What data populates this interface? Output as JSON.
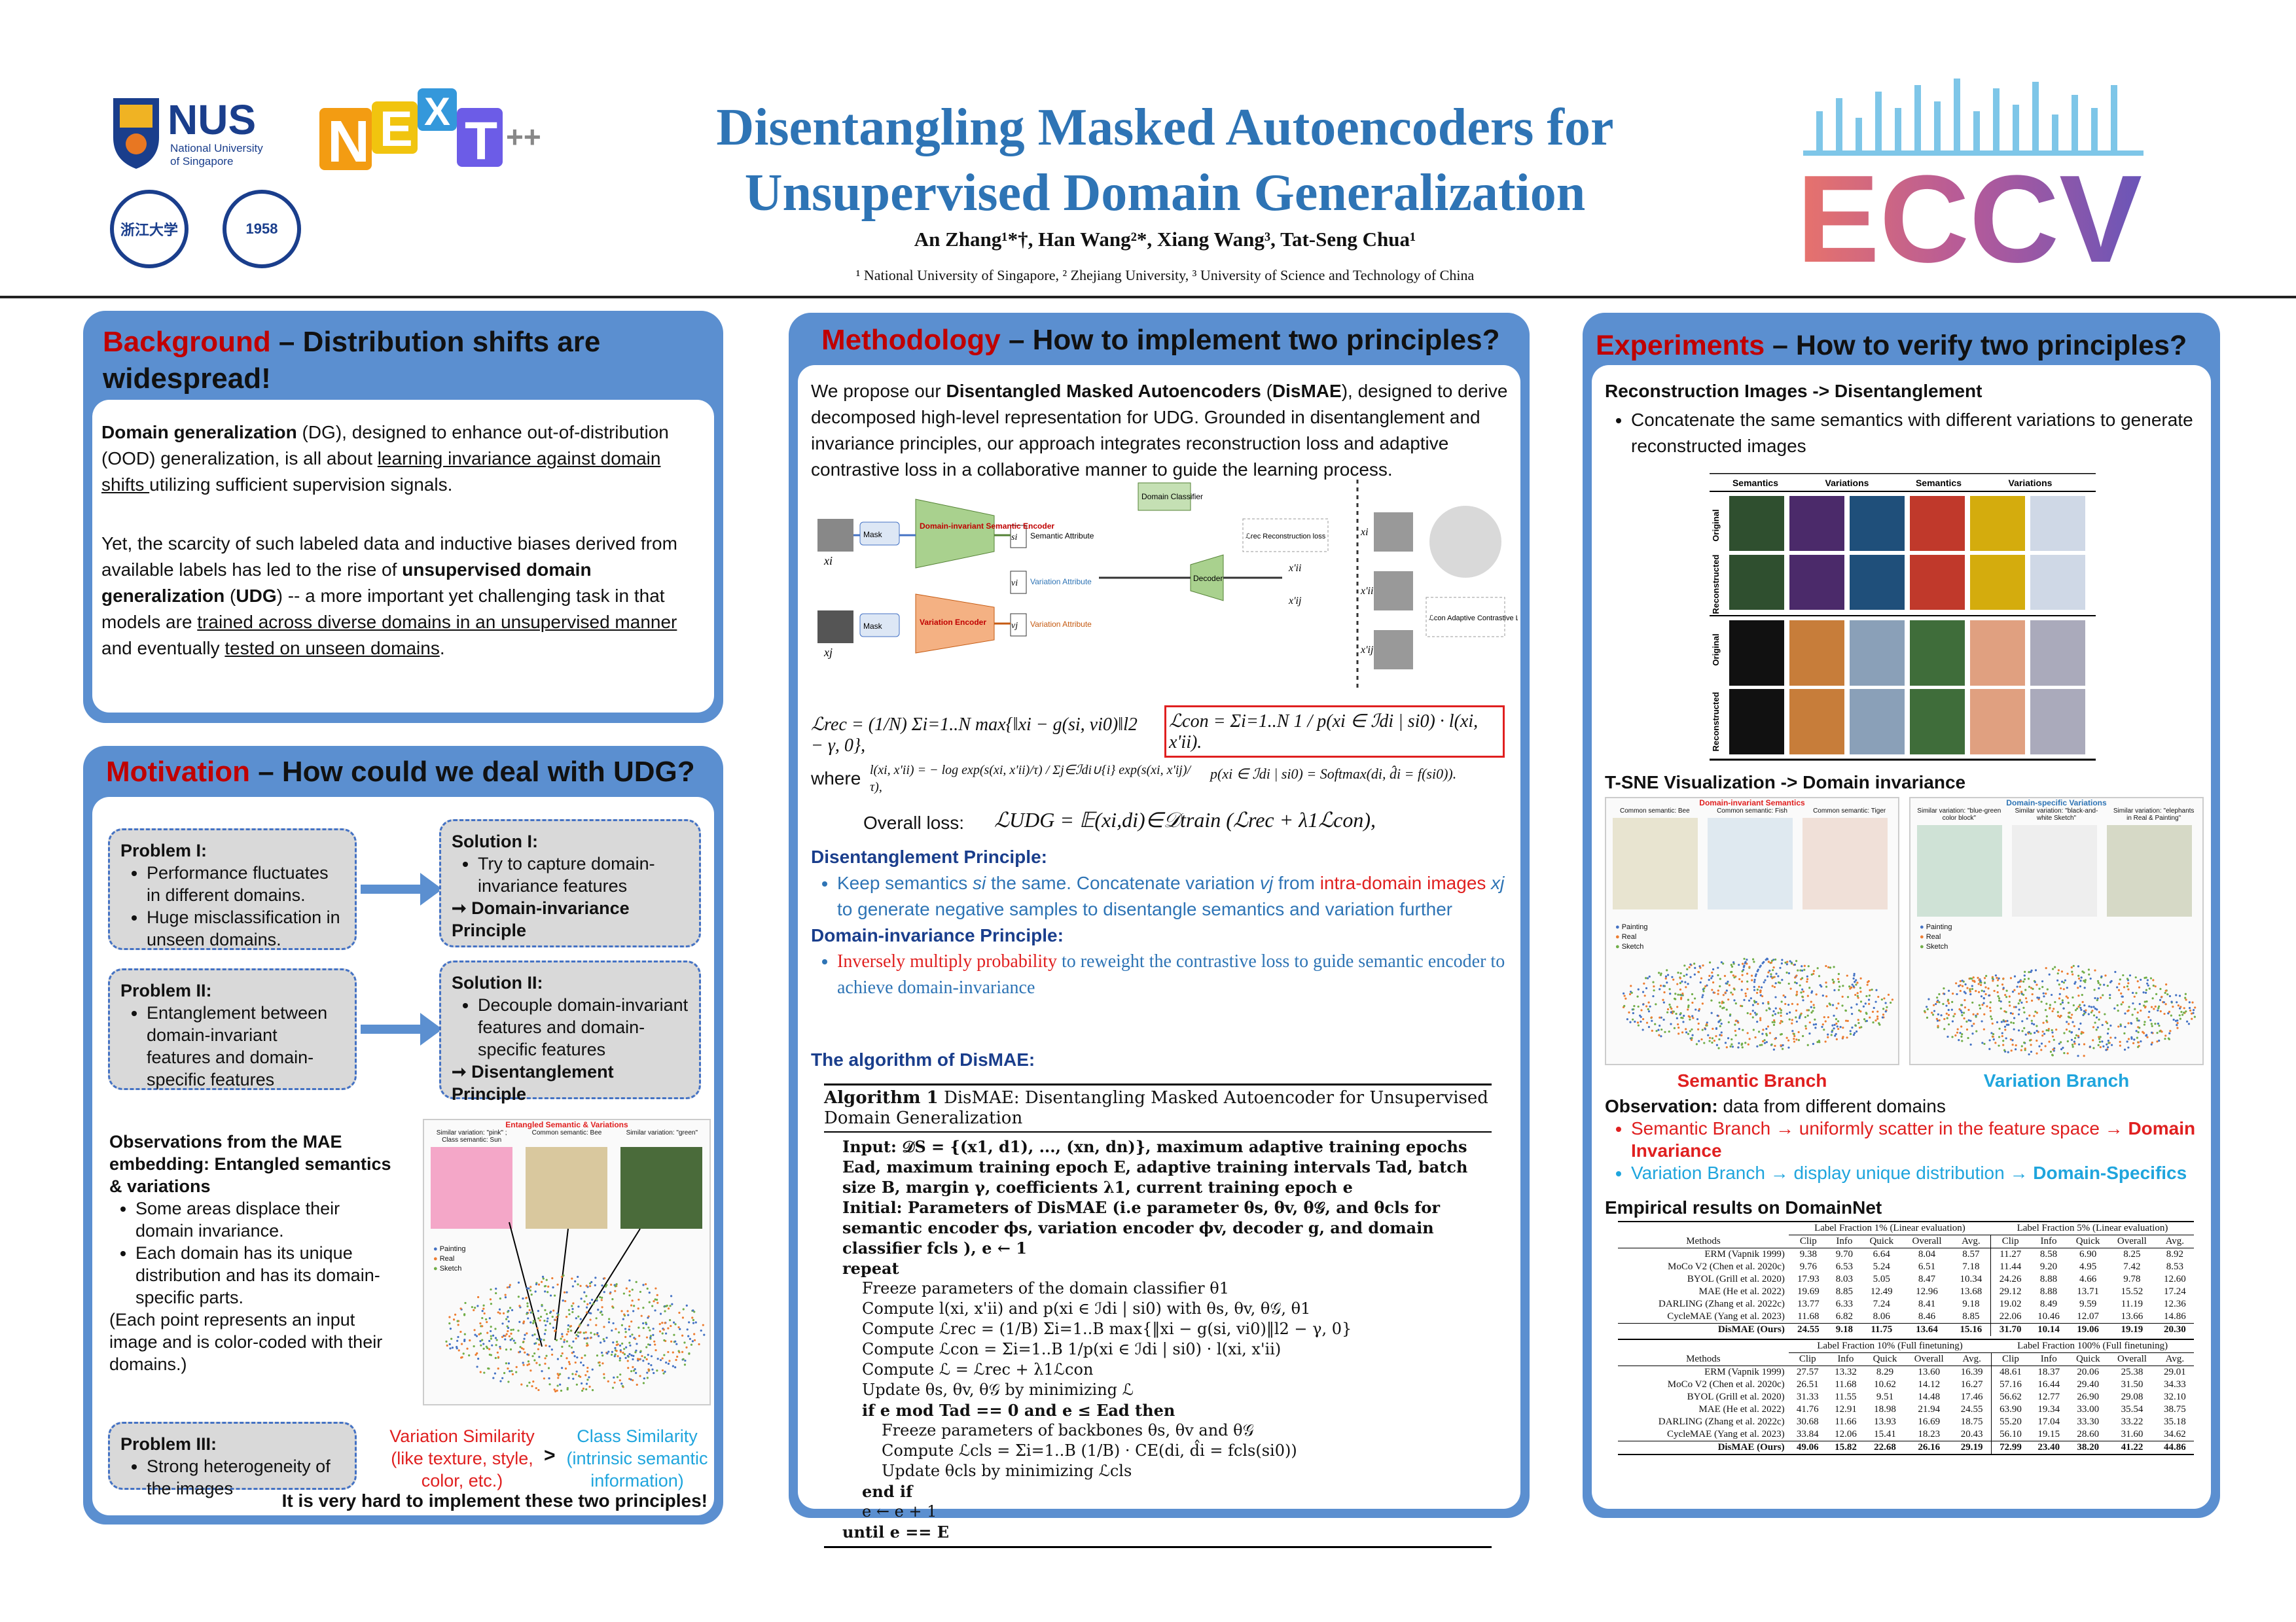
{
  "header": {
    "title_line1": "Disentangling Masked Autoencoders for",
    "title_line2": "Unsupervised Domain Generalization",
    "authors": "An Zhang¹*†, Han Wang²*, Xiang Wang³, Tat-Seng Chua¹",
    "affiliations": "¹ National University of Singapore, ² Zhejiang University, ³ University of Science and Technology of China",
    "logo_nus": "NUS",
    "logo_nus_sub1": "National University",
    "logo_nus_sub2": "of Singapore",
    "logo_next": "NExT++",
    "logo_zju": "浙江大学",
    "logo_ustc": "1958",
    "logo_eccv": "ECCV"
  },
  "background": {
    "title_kw": "Background",
    "title_rest": " – Distribution shifts are widespread!",
    "p1_a": "Domain generalization",
    "p1_b": " (DG), designed to enhance out-of-distribution (OOD) generalization, is all about ",
    "p1_c": "learning invariance against domain shifts ",
    "p1_d": "utilizing sufficient supervision signals.",
    "p2_a": "Yet, the scarcity of such labeled data and inductive biases derived from available labels has led to the rise of ",
    "p2_b": "unsupervised domain generalization",
    "p2_c": " (",
    "p2_d": "UDG",
    "p2_e": ") -- a more important yet challenging task in that models are ",
    "p2_f": "trained across diverse domains in an unsupervised manner ",
    "p2_g": "and eventually ",
    "p2_h": "tested on unseen domains",
    "p2_i": "."
  },
  "motivation": {
    "title_kw": "Motivation",
    "title_rest": " – How could we deal with UDG?",
    "p1_title": "Problem I:",
    "p1_items": [
      "Performance fluctuates in different domains.",
      "Huge misclassification in unseen domains."
    ],
    "s1_title": "Solution I:",
    "s1_items": [
      "Try to capture domain-invariance features"
    ],
    "s1_principle": "➞ Domain-invariance Principle",
    "p2_title": "Problem II:",
    "p2_items": [
      "Entanglement between domain-invariant features and domain-specific features"
    ],
    "s2_title": "Solution II:",
    "s2_items": [
      "Decouple domain-invariant features and domain-specific features"
    ],
    "s2_principle": "➞  Disentanglement Principle",
    "obs_title": "Observations from the MAE embedding: Entangled semantics & variations",
    "obs_items": [
      "Some areas displace their domain invariance.",
      "Each domain has its unique distribution and has its domain-specific parts."
    ],
    "obs_note": "(Each point represents an input image and is color-coded with their domains.)",
    "fig_title": "Entangled Semantic & Variations",
    "fig_labels": [
      "Similar variation: \"pink\" ; Class semantic: Sun",
      "Common semantic: Bee",
      "Similar variation: \"green\""
    ],
    "legend": [
      "Painting",
      "Real",
      "Sketch"
    ],
    "p3_title": "Problem III:",
    "p3_items": [
      "Strong heterogeneity of the images"
    ],
    "var_sim": "Variation Similarity (like texture, style, color, etc.)",
    "gt": ">",
    "class_sim": "Class Similarity (intrinsic semantic information)",
    "conclusion": "It is very hard to implement these two principles!"
  },
  "methodology": {
    "title_kw": "Methodology",
    "title_rest": " – How to implement two principles?",
    "intro_a": "We propose our ",
    "intro_b": "Disentangled Masked Autoencoders",
    "intro_c": " (",
    "intro_d": "DisMAE",
    "intro_e": "), designed to derive decomposed high-level representation for UDG. Grounded in disentanglement and invariance principles, our approach integrates reconstruction loss and adaptive contrastive loss in a collaborative manner to guide the learning process.",
    "diag": {
      "mask": "Mask",
      "sem_enc": "Domain-invariant Semantic Encoder",
      "var_enc": "Variation Encoder",
      "sem_attr": "Semantic Attribute",
      "var_attr": "Variation Attribute",
      "dom_cls": "Domain Classifier",
      "decoder": "Decoder",
      "rec_loss": "ℒrec Reconstruction loss",
      "con_loss": "ℒcon Adaptive Contrastive Loss",
      "xi": "xi",
      "xj": "xj",
      "si": "si",
      "vi": "vi",
      "vj": "vj",
      "xii": "x'ii",
      "xij": "x'ij"
    },
    "eq_rec": "ℒrec = (1/N) Σi=1..N max{‖xi − g(si, vi0)‖l2 − γ, 0},",
    "eq_con": "ℒcon = Σi=1..N  1 / p(xi ∈ ℐdi | si0)  · l(xi, x'ii).",
    "where": "where",
    "eq_l": "l(xi, x'ii) = − log exp(s(xi, x'ii)/τ) / Σj∈ℐdi∪{i} exp(s(xi, x'ij)/τ),",
    "eq_p": "p(xi ∈ ℐdi | si0) = Softmax(di, d̂i = f(si0)).",
    "overall_label": "Overall loss:",
    "eq_overall": "ℒUDG = 𝔼(xi,di)∈𝒟train (ℒrec + λ1ℒcon),",
    "dis_title": "Disentanglement Principle:",
    "dis_a": "Keep semantics ",
    "dis_b": "si",
    "dis_c": " the same. Concatenate variation ",
    "dis_d": "vj",
    "dis_e": " from ",
    "dis_f": "intra-domain images",
    "dis_g": " xj",
    "dis_h": " to generate negative samples to disentangle semantics and variation further",
    "inv_title": "Domain-invariance Principle:",
    "inv_a": "Inversely multiply probability",
    "inv_b": " to reweight the contrastive loss to guide semantic encoder to achieve domain-invariance",
    "algo_title": "The algorithm of DisMAE:",
    "algo_head": "Algorithm 1",
    "algo_name": " DisMAE: Disentangling Masked Autoencoder for Unsupervised Domain Generalization",
    "algo_lines": [
      "Input: 𝒟S = {(x1, d1), ..., (xn, dn)}, maximum adaptive training epochs Ead, maximum training epoch E, adaptive training intervals Tad, batch size B, margin γ, coefficients λ1, current training epoch e",
      "Initial: Parameters of DisMAE (i.e parameter θs, θv, θ𝒢, and θcls for semantic encoder ϕs, variation encoder ϕv, decoder g, and domain classifier fcls ), e ← 1",
      "repeat",
      "Freeze parameters of the domain classifier θ1",
      "Compute l(xi, x'ii) and p(xi ∈ ℐdi | si0) with θs, θv, θ𝒢, θ1",
      "Compute ℒrec = (1/B) Σi=1..B max{‖xi − g(si, vi0)‖l2 − γ, 0}",
      "Compute ℒcon = Σi=1..B 1/p(xi ∈ ℐdi | si0) · l(xi, x'ii)",
      "Compute ℒ = ℒrec + λ1ℒcon",
      "Update θs, θv, θ𝒢 by minimizing ℒ",
      "if  e mod Tad == 0 and e ≤ Ead then",
      "Freeze parameters of backbones θs, θv and θ𝒢",
      "Compute ℒcls = Σi=1..B (1/B) · CE(di, d̂i = fcls(si0))",
      "Update θcls by minimizing ℒcls",
      "end if",
      "e ← e + 1",
      "until e == E"
    ]
  },
  "experiments": {
    "title_kw": "Experiments",
    "title_rest": " – How to verify two principles?",
    "rec_title": "Reconstruction Images -> Disentanglement",
    "rec_items": [
      "Concatenate the same semantics with different variations to generate reconstructed images"
    ],
    "rec_headers": [
      "Semantics",
      "Variations",
      "Semantics",
      "Variations"
    ],
    "rec_rows": [
      "Original",
      "Reconstructed",
      "Original",
      "Reconstructed"
    ],
    "tsne_title": "T-SNE Visualization -> Domain invariance",
    "tsne_left_title": "Domain-invariant Semantics",
    "tsne_left_labels": [
      "Common semantic: Bee",
      "Common semantic: Fish",
      "Common semantic: Tiger"
    ],
    "tsne_right_title": "Domain-specific Variations",
    "tsne_right_labels": [
      "Similar variation: \"blue-green color block\"",
      "Similar variation: \"black-and-white Sketch\"",
      "Similar variation: \"elephants in Real & Painting\""
    ],
    "legend": [
      "Painting",
      "Real",
      "Sketch"
    ],
    "sem_branch": "Semantic",
    "var_branch": "Variation",
    "branch_word": " Branch",
    "obs_label": "Observation:",
    "obs_text": " data from different domains",
    "obs_item1_a": "Semantic Branch → uniformly scatter in the feature space → ",
    "obs_item1_b": "Domain Invariance",
    "obs_item2_a": "Variation Branch → display unique distribution → ",
    "obs_item2_b": "Domain-Specifics",
    "emp_title": "Empirical results on DomainNet",
    "table1_groups": [
      "Label Fraction 1% (Linear evaluation)",
      "Label Fraction 5% (Linear evaluation)"
    ],
    "table2_groups": [
      "Label Fraction 10% (Full finetuning)",
      "Label Fraction 100% (Full finetuning)"
    ],
    "table_cols": [
      "Methods",
      "Clip",
      "Info",
      "Quick",
      "Overall",
      "Avg.",
      "Clip",
      "Info",
      "Quick",
      "Overall",
      "Avg."
    ],
    "table1_rows": [
      [
        "ERM (Vapnik 1999)",
        "9.38",
        "9.70",
        "6.64",
        "8.04",
        "8.57",
        "11.27",
        "8.58",
        "6.90",
        "8.25",
        "8.92"
      ],
      [
        "MoCo V2 (Chen et al. 2020c)",
        "9.76",
        "6.53",
        "5.24",
        "6.51",
        "7.18",
        "11.44",
        "9.20",
        "4.95",
        "7.42",
        "8.53"
      ],
      [
        "BYOL (Grill et al. 2020)",
        "17.93",
        "8.03",
        "5.05",
        "8.47",
        "10.34",
        "24.26",
        "8.88",
        "4.66",
        "9.78",
        "12.60"
      ],
      [
        "MAE (He et al. 2022)",
        "19.69",
        "8.85",
        "12.49",
        "12.96",
        "13.68",
        "29.12",
        "8.88",
        "13.71",
        "15.52",
        "17.24"
      ],
      [
        "DARLING (Zhang et al. 2022c)",
        "13.77",
        "6.33",
        "7.24",
        "8.41",
        "9.18",
        "19.02",
        "8.49",
        "9.59",
        "11.19",
        "12.36"
      ],
      [
        "CycleMAE (Yang et al. 2023)",
        "11.68",
        "6.82",
        "8.06",
        "8.46",
        "8.85",
        "22.06",
        "10.46",
        "12.07",
        "13.66",
        "14.86"
      ],
      [
        "DisMAE (Ours)",
        "24.55",
        "9.18",
        "11.75",
        "13.64",
        "15.16",
        "31.70",
        "10.14",
        "19.06",
        "19.19",
        "20.30"
      ]
    ],
    "table2_rows": [
      [
        "ERM (Vapnik 1999)",
        "27.57",
        "13.32",
        "8.29",
        "13.60",
        "16.39",
        "48.61",
        "18.37",
        "20.06",
        "25.38",
        "29.01"
      ],
      [
        "MoCo V2 (Chen et al. 2020c)",
        "26.51",
        "11.68",
        "10.62",
        "14.12",
        "16.27",
        "57.16",
        "16.44",
        "29.40",
        "31.50",
        "34.33"
      ],
      [
        "BYOL (Grill et al. 2020)",
        "31.33",
        "11.55",
        "9.51",
        "14.48",
        "17.46",
        "56.62",
        "12.77",
        "26.90",
        "29.08",
        "32.10"
      ],
      [
        "MAE (He et al. 2022)",
        "41.76",
        "12.91",
        "18.98",
        "21.94",
        "24.55",
        "63.90",
        "19.34",
        "33.00",
        "35.54",
        "38.75"
      ],
      [
        "DARLING (Zhang et al. 2022c)",
        "30.68",
        "11.66",
        "13.93",
        "16.69",
        "18.75",
        "55.20",
        "17.04",
        "33.30",
        "33.22",
        "35.18"
      ],
      [
        "CycleMAE (Yang et al. 2023)",
        "33.84",
        "12.06",
        "15.41",
        "18.23",
        "20.43",
        "56.10",
        "19.15",
        "28.60",
        "31.60",
        "34.62"
      ],
      [
        "DisMAE (Ours)",
        "49.06",
        "15.82",
        "22.68",
        "26.16",
        "29.19",
        "72.99",
        "23.40",
        "38.20",
        "41.22",
        "44.86"
      ]
    ]
  },
  "colors": {
    "panel_blue": "#5b8fd0",
    "title_blue": "#2e74b5",
    "keyword_red": "#c00000",
    "accent_red": "#e02020",
    "accent_cyan": "#1fa5dd"
  }
}
